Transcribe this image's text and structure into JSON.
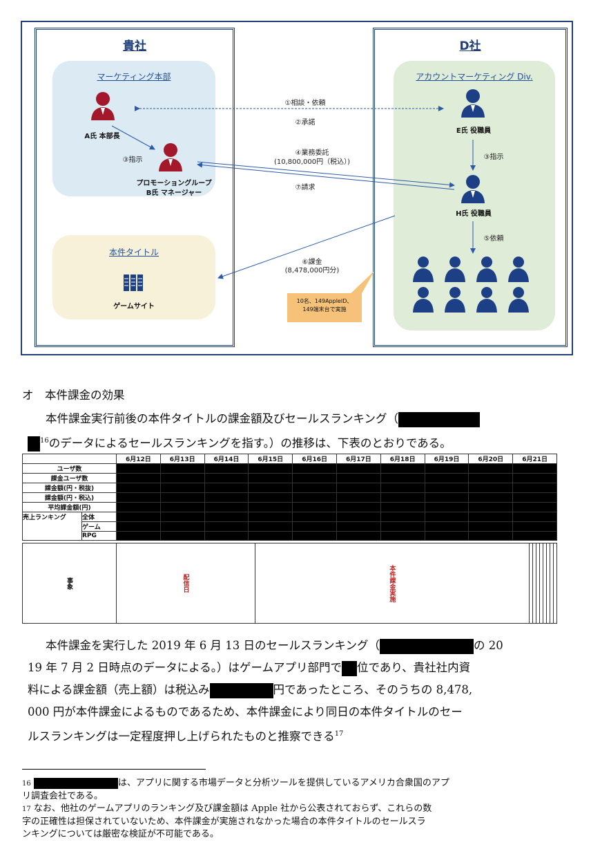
{
  "diagram": {
    "left_company": "貴社",
    "right_company": "D社",
    "marketing_dept": "マーケティング本部",
    "account_div": "アカウントマーケティング Div.",
    "person_a": "A氏 本部長",
    "person_b_line1": "プロモーショングループ",
    "person_b_line2": "B氏 マネージャー",
    "person_e": "E氏 役職員",
    "person_h": "H氏 役職員",
    "title_box": "本件タイトル",
    "game_site": "ゲームサイト",
    "arrow_1": "①相談・依頼",
    "arrow_2": "②承諾",
    "arrow_3a": "③指示",
    "arrow_3b": "③指示",
    "arrow_4a": "④業務委託",
    "arrow_4b": "(10,800,000円（税込）)",
    "arrow_7": "⑦請求",
    "arrow_5": "⑤依頼",
    "arrow_6a": "⑥課金",
    "arrow_6b": "(8,478,000円分)",
    "note_line1": "10名、149AppleID、",
    "note_line2": "149端末台で実施"
  },
  "section": {
    "heading": "オ　本件課金の効果",
    "para1_a": "本件課金実行前後の本件タイトルの課金額及びセールスランキング（",
    "para1_b": "のデータによるセールスランキングを指す。）の推移は、下表のとおりである。",
    "fn_mark_16": "16"
  },
  "table": {
    "dates": [
      "6月12日",
      "6月13日",
      "6月14日",
      "6月15日",
      "6月16日",
      "6月17日",
      "6月18日",
      "6月19日",
      "6月20日",
      "6月21日"
    ],
    "rows": [
      "ユーザ数",
      "課金ユーザ数",
      "課金額(円・税抜)",
      "課金額(円・税込)",
      "平均課金額(円)"
    ],
    "ranking_label": "売上ランキング",
    "ranking_rows": [
      "全体",
      "ゲーム",
      "RPG"
    ],
    "event_label": "事象",
    "event_0612": "配信日",
    "event_0613": "本件課金実施"
  },
  "para2": {
    "l1a": "本件課金を実行した 2019 年 6 月 13 日のセールスランキング（",
    "l1b": "の 20",
    "l2a": "19 年 7 月 2 日時点のデータによる。）はゲームアプリ部門で",
    "l2b": "位であり、貴社社内資",
    "l3a": "料による課金額（売上額）は税込み",
    "l3b": "円であったところ、そのうちの 8,478,",
    "l4": "000 円が本件課金によるものであるため、本件課金により同日の本件タイトルのセー",
    "l5": "ルスランキングは一定程度押し上げられたものと推察できる",
    "fn_mark_17": "17"
  },
  "footnotes": {
    "n16": "16",
    "t16a": "は、アプリに関する市場データと分析ツールを提供しているアメリカ合衆国のアプ",
    "t16b": "リ調査会社である。",
    "n17": "17",
    "t17a": "なお、他社のゲームアプリのランキング及び課金額は Apple 社から公表されておらず、これらの数",
    "t17b": "字の正確性は担保されていないため、本件課金が実施されなかった場合の本件タイトルのセールスラ",
    "t17c": "ンキングについては厳密な検証が不可能である。"
  },
  "colors": {
    "navy": "#1f3f7a",
    "person_red": "#a3182a",
    "person_blue": "#1d3f86",
    "blue_box": "#dbeaf3",
    "green_box": "#deecd8",
    "yellow_box": "#f7f1d9",
    "note": "#f6c27a"
  }
}
